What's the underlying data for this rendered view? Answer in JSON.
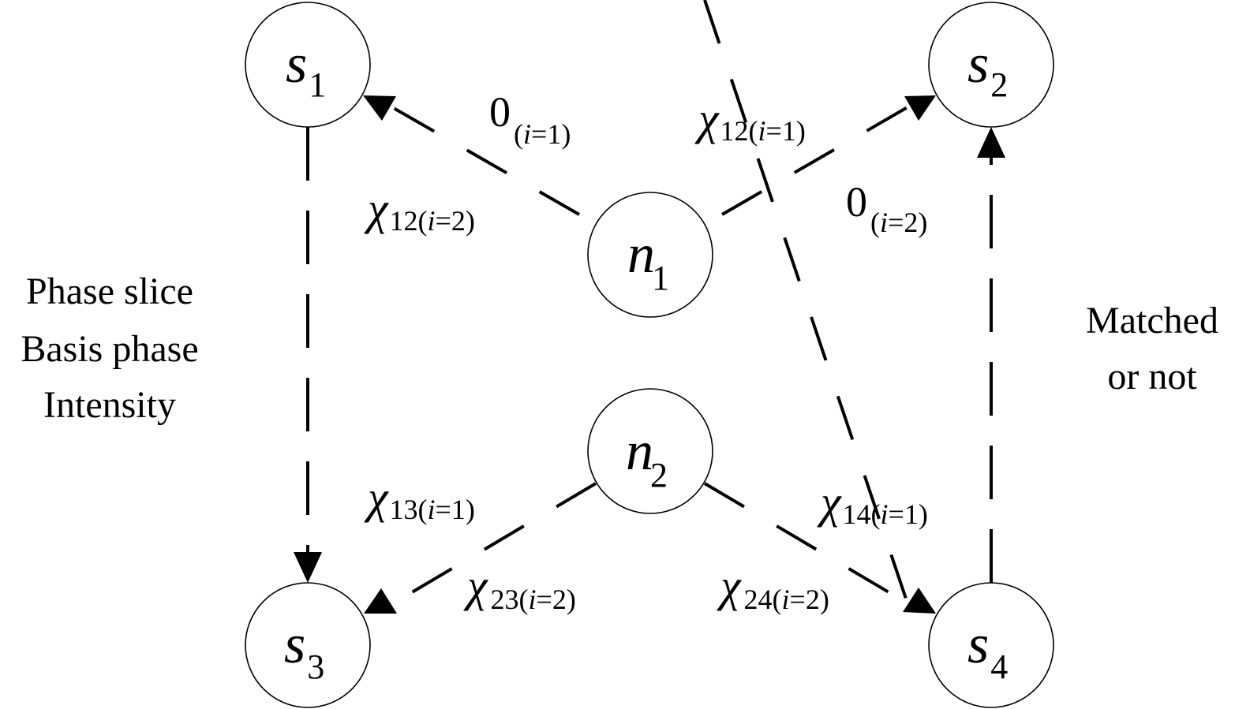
{
  "diagram": {
    "nodes": {
      "s1": {
        "symbol": "s",
        "index": "1"
      },
      "s2": {
        "symbol": "s",
        "index": "2"
      },
      "s3": {
        "symbol": "s",
        "index": "3"
      },
      "s4": {
        "symbol": "s",
        "index": "4"
      },
      "n1": {
        "symbol": "n",
        "index": "1"
      },
      "n2": {
        "symbol": "n",
        "index": "2"
      }
    },
    "edge_labels": {
      "n1_s1_i1": {
        "main": "0",
        "sub_open": "(",
        "sub_var": "i",
        "sub_rest": "=1)"
      },
      "n1_s1_i2": {
        "main": "χ",
        "sub_num": "12",
        "sub_open": "(",
        "sub_var": "i",
        "sub_rest": "=2)"
      },
      "n1_s2_i1": {
        "main": "χ",
        "sub_num": "12",
        "sub_open": "(",
        "sub_var": "i",
        "sub_rest": "=1)"
      },
      "n1_s2_i2": {
        "main": "0",
        "sub_open": "(",
        "sub_var": "i",
        "sub_rest": "=2)"
      },
      "n2_s3_i1": {
        "main": "χ",
        "sub_num": "13",
        "sub_open": "(",
        "sub_var": "i",
        "sub_rest": "=1)"
      },
      "n2_s3_i2": {
        "main": "χ",
        "sub_num": "23",
        "sub_open": "(",
        "sub_var": "i",
        "sub_rest": "=2)"
      },
      "n2_s4_i1": {
        "main": "χ",
        "sub_num": "14",
        "sub_open": "(",
        "sub_var": "i",
        "sub_rest": "=1)"
      },
      "n2_s4_i2": {
        "main": "χ",
        "sub_num": "24",
        "sub_open": "(",
        "sub_var": "i",
        "sub_rest": "=2)"
      }
    },
    "side_notes": {
      "left": [
        "Phase slice",
        "Basis phase",
        "Intensity"
      ],
      "right": [
        "Matched",
        "or not"
      ]
    },
    "colors": {
      "stroke": "#000000",
      "background": "#ffffff"
    }
  }
}
